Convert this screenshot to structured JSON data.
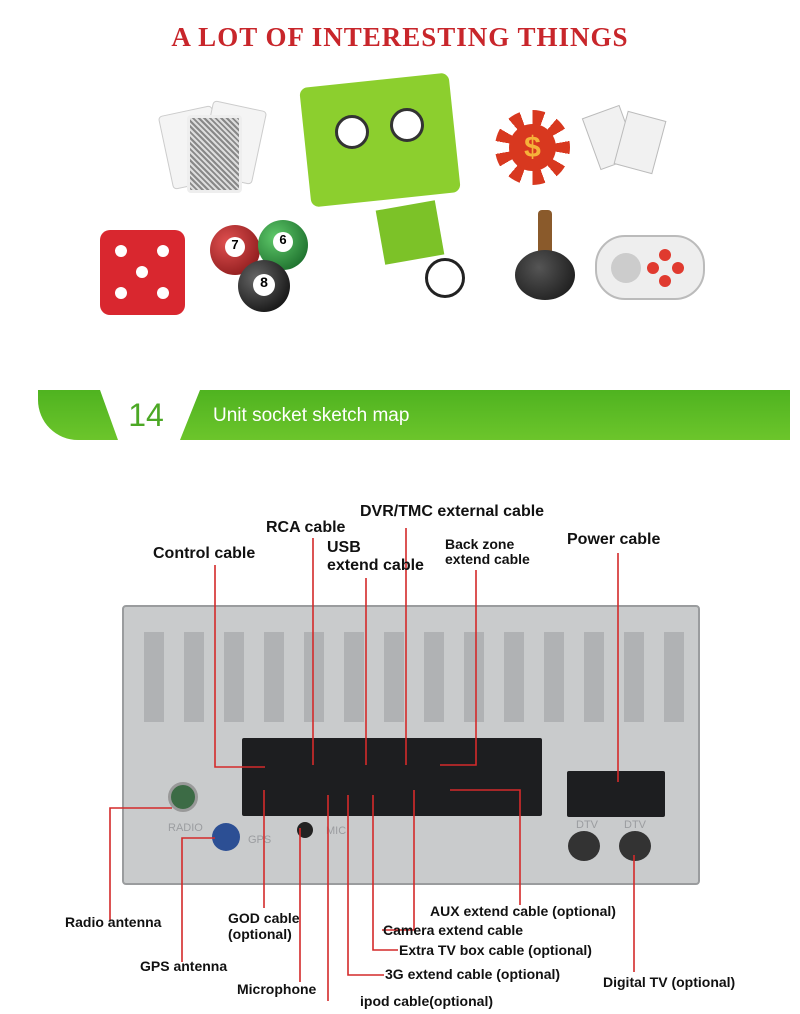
{
  "title": "A LOT OF INTERESTING THINGS",
  "icons": [
    "playing-cards-icon",
    "robot-mascot-icon",
    "casino-chip-icon",
    "dominoes-icon",
    "dice-icon",
    "billiard-balls-icon",
    "joystick-icon",
    "gamepad-icon"
  ],
  "billiard_numbers": [
    "7",
    "6",
    "8"
  ],
  "banner": {
    "number": "14",
    "text": "Unit socket sketch map",
    "color": "#5cb824"
  },
  "unit_labels": {
    "radio": "RADIO",
    "gps": "GPS",
    "mic": "MIC",
    "dtv1": "DTV",
    "dtv2": "DTV"
  },
  "callouts": {
    "dvr": "DVR/TMC external cable",
    "rca": "RCA cable",
    "usb1": "USB",
    "usb2": "extend cable",
    "control": "Control cable",
    "back1": "Back zone",
    "back2": "extend cable",
    "power": "Power cable",
    "radio": "Radio antenna",
    "god1": "GOD cable",
    "god2": "(optional)",
    "gps": "GPS antenna",
    "mic": "Microphone",
    "ipod": "ipod cable(optional)",
    "g3": "3G extend cable (optional)",
    "extratv": "Extra TV box cable (optional)",
    "camera": "Camera extend cable",
    "aux": "AUX extend cable (optional)",
    "dtv": "Digital TV (optional)"
  },
  "line_color": "#d42a2a"
}
